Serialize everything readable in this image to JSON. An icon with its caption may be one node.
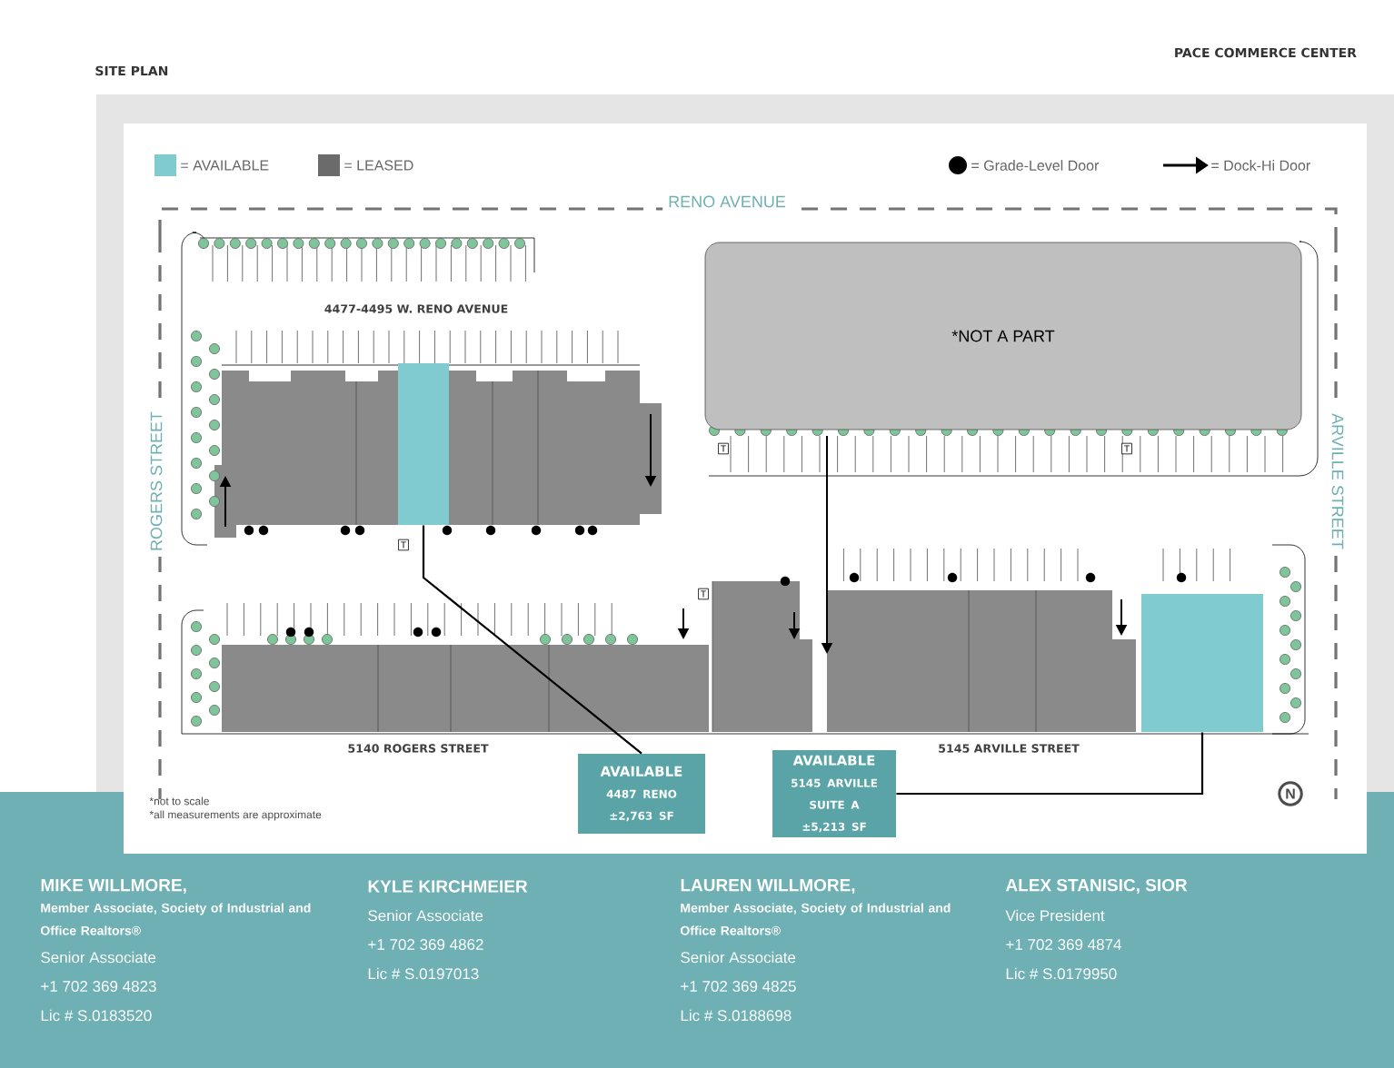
{
  "diagram": {
    "title": "SITE PLAN",
    "nodes": [
      {
        "text": [
          "*NOT A PART"
        ]
      },
      {
        "text": [],
        "shape": "box"
      },
      {
        "text": [],
        "shape": "box"
      },
      {
        "text": [
          "AVAILABLE",
          "4487 RENO",
          "±2,763 SF"
        ]
      },
      {
        "text": [
          "AVAILABLE",
          "5145 ARVILLE SUITE A",
          "±5,213 SF"
        ]
      }
    ],
    "edges": [
      {
        "from": 3,
        "to": 1,
        "arrow": "none"
      },
      {
        "from": 4,
        "to": 2,
        "arrow": "none"
      }
    ],
    "labels": [
      "PACE COMMERCE CENTER",
      "RENO AVENUE",
      "4477-4495 W. RENO AVENUE",
      "ROGERS STREET",
      "ARVILLE STREET",
      "T",
      "T",
      "T",
      "T",
      "5140 ROGERS STREET",
      "5145 ARVILLE STREET",
      "*not to scale",
      "*all measurements are approximate",
      "N",
      "MIKE WILLMORE,",
      "Member Associate, Society of Industrial and Office Realtors®",
      "Senior Associate",
      "+1 702 369 4823",
      "Lic # S.0183520",
      "KYLE KIRCHMEIER",
      "Senior Associate",
      "+1 702 369 4862",
      "Lic # S.0197013",
      "LAUREN WILLMORE,",
      "Member Associate, Society of Industrial and Office Realtors®",
      "Senior Associate",
      "+1 702 369 4825",
      "Lic # S.0188698",
      "ALEX STANISIC, SIOR",
      "Vice President",
      "+1 702 369 4874",
      "Lic # S.0179950"
    ],
    "legend": [
      {
        "text": "= AVAILABLE",
        "color": "#7fcbd0"
      },
      {
        "text": "= LEASED",
        "color": "#6b6b6b"
      },
      {
        "text": "= Grade-Level Door"
      },
      {
        "text": "= Dock-Hi Door"
      }
    ]
  }
}
